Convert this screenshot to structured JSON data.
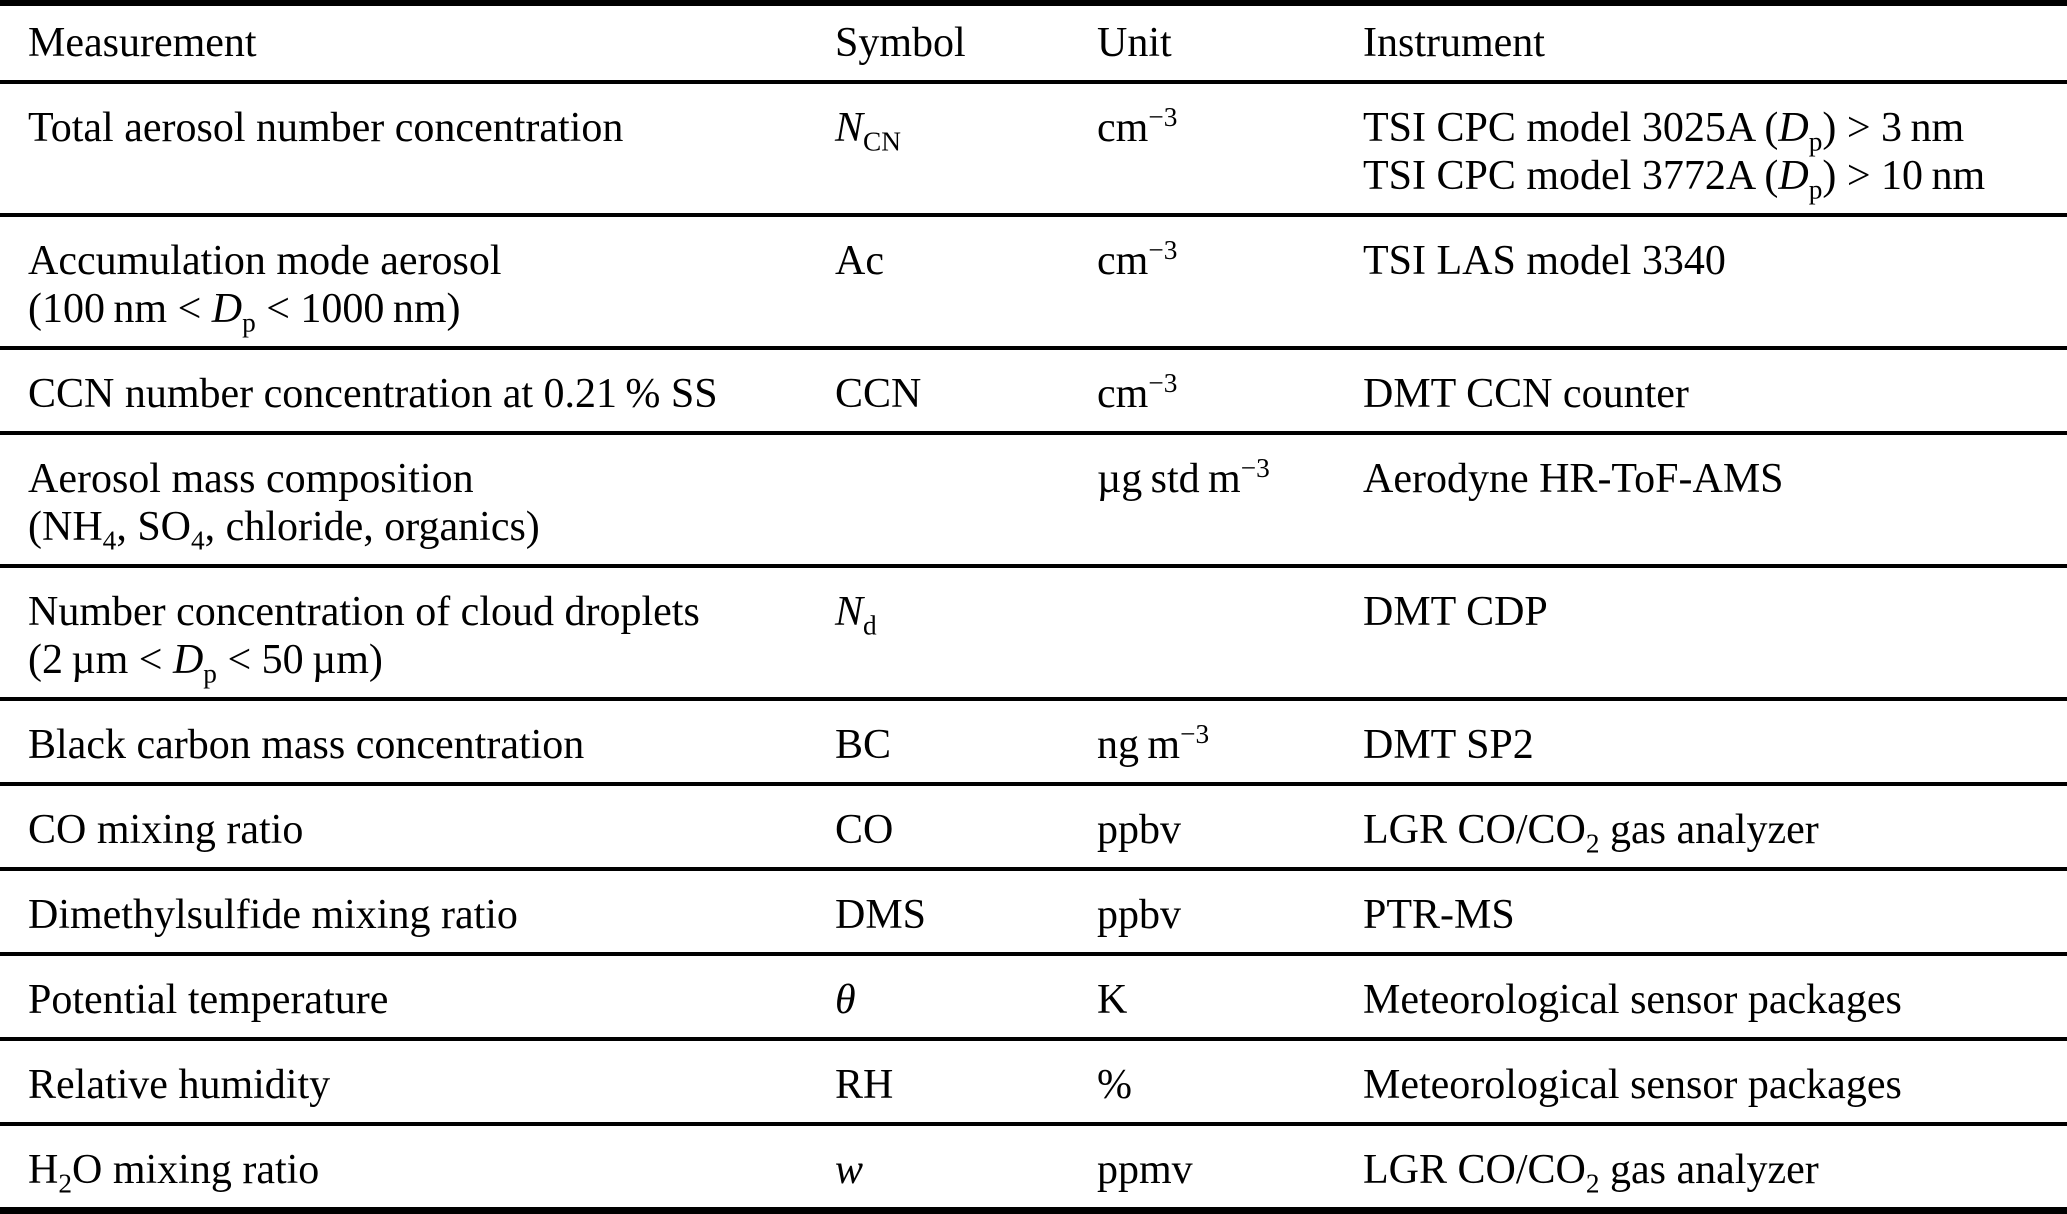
{
  "page": {
    "background_color": "#ffffff",
    "text_color": "#000000",
    "rule_color": "#000000"
  },
  "table": {
    "columns": [
      {
        "id": "measurement",
        "label": "Measurement"
      },
      {
        "id": "symbol",
        "label": "Symbol"
      },
      {
        "id": "unit",
        "label": "Unit"
      },
      {
        "id": "instrument",
        "label": "Instrument"
      }
    ],
    "rows": [
      {
        "measurement": [
          "Total aerosol number concentration"
        ],
        "symbol": "<i>N</i><sub>CN</sub>",
        "unit": "cm<sup>−3</sup>",
        "instrument": [
          "TSI CPC model 3025A (<i>D</i><sub>p</sub>) &gt; 3 nm",
          "TSI CPC model 3772A (<i>D</i><sub>p</sub>) &gt; 10 nm"
        ]
      },
      {
        "measurement": [
          "Accumulation mode aerosol",
          "(100 nm &lt; <i>D</i><sub>p</sub> &lt; 1000 nm)"
        ],
        "symbol": "Ac",
        "unit": "cm<sup>−3</sup>",
        "instrument": [
          "TSI LAS model 3340"
        ]
      },
      {
        "measurement": [
          "CCN number concentration at 0.21 % SS"
        ],
        "symbol": "CCN",
        "unit": "cm<sup>−3</sup>",
        "instrument": [
          "DMT CCN counter"
        ]
      },
      {
        "measurement": [
          "Aerosol mass composition",
          "(NH<sub>4</sub>, SO<sub>4</sub>, chloride, organics)"
        ],
        "symbol": "",
        "unit": "µg std m<sup>−3</sup>",
        "instrument": [
          "Aerodyne HR-ToF-AMS"
        ]
      },
      {
        "measurement": [
          "Number concentration of cloud droplets",
          "(2 µm &lt; <i>D</i><sub>p</sub> &lt; 50 µm)"
        ],
        "symbol": "<i>N</i><sub>d</sub>",
        "unit": "",
        "instrument": [
          "DMT CDP"
        ]
      },
      {
        "measurement": [
          "Black carbon mass concentration"
        ],
        "symbol": "BC",
        "unit": "ng m<sup>−3</sup>",
        "instrument": [
          "DMT SP2"
        ]
      },
      {
        "measurement": [
          "CO mixing ratio"
        ],
        "symbol": "CO",
        "unit": "ppbv",
        "instrument": [
          "LGR CO/CO<sub>2</sub> gas analyzer"
        ]
      },
      {
        "measurement": [
          "Dimethylsulfide mixing ratio"
        ],
        "symbol": "DMS",
        "unit": "ppbv",
        "instrument": [
          "PTR-MS"
        ]
      },
      {
        "measurement": [
          "Potential temperature"
        ],
        "symbol": "<i>θ</i>",
        "unit": "K",
        "instrument": [
          "Meteorological sensor packages"
        ]
      },
      {
        "measurement": [
          "Relative humidity"
        ],
        "symbol": "RH",
        "unit": "%",
        "instrument": [
          "Meteorological sensor packages"
        ]
      },
      {
        "measurement": [
          "H<sub>2</sub>O mixing ratio"
        ],
        "symbol": "<i>w</i>",
        "unit": "ppmv",
        "instrument": [
          "LGR CO/CO<sub>2</sub> gas analyzer"
        ]
      }
    ]
  }
}
